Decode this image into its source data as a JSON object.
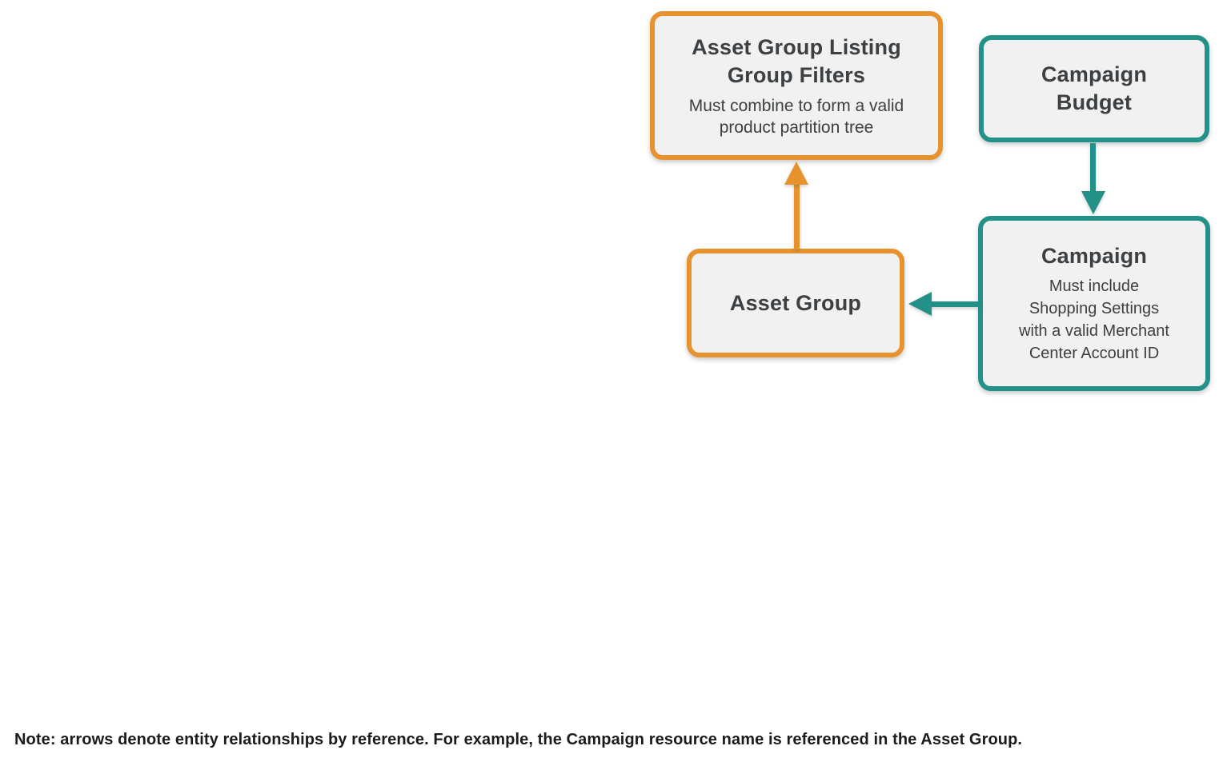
{
  "diagram": {
    "nodes": [
      {
        "id": "asset-group-listing-group-filters",
        "title": "Asset Group Listing\nGroup Filters",
        "subtitle": "Must combine to form a valid\nproduct partition tree",
        "accent_color": "#E8922D"
      },
      {
        "id": "campaign-budget",
        "title": "Campaign\nBudget",
        "subtitle": "",
        "accent_color": "#249188"
      },
      {
        "id": "asset-group",
        "title": "Asset Group",
        "subtitle": "",
        "accent_color": "#E8922D"
      },
      {
        "id": "campaign",
        "title": "Campaign",
        "subtitle": "Must include\nShopping Settings\nwith a valid Merchant\nCenter Account ID",
        "accent_color": "#249188"
      }
    ],
    "edges": [
      {
        "from": "asset-group",
        "to": "asset-group-listing-group-filters",
        "color": "#E8922D",
        "direction": "up"
      },
      {
        "from": "campaign-budget",
        "to": "campaign",
        "color": "#249188",
        "direction": "down"
      },
      {
        "from": "campaign",
        "to": "asset-group",
        "color": "#249188",
        "direction": "left"
      }
    ]
  },
  "note": "Note: arrows denote entity relationships by reference. For example, the Campaign resource name is referenced in the Asset Group.",
  "colors": {
    "orange": "#E8922D",
    "teal": "#249188",
    "box-fill": "#F1F1F1",
    "text": "#3C4043",
    "note-text": "#1B1B1B"
  }
}
